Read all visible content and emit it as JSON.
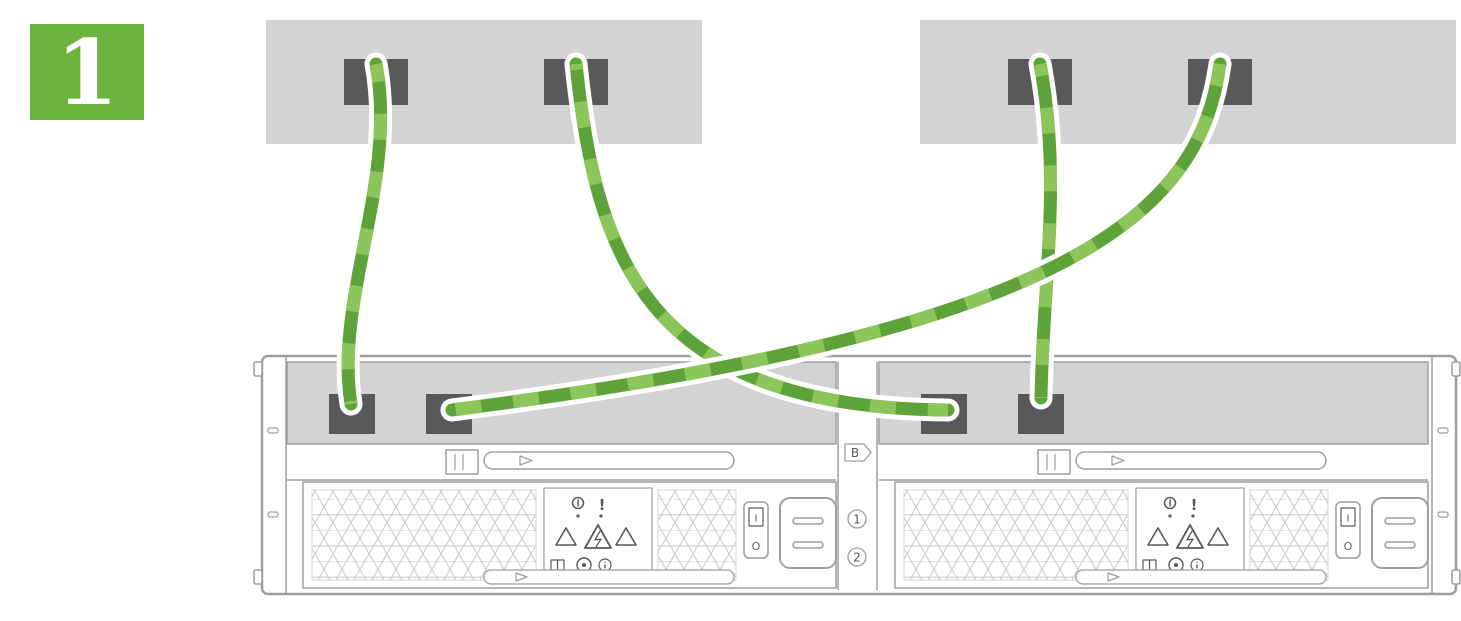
{
  "step": {
    "number": "1",
    "color": "#6cb33f"
  },
  "colors": {
    "cable": "#5da339",
    "cable_stripe": "#8cc65b",
    "cable_casing": "#ffffff",
    "host_box": "#d1d3d4",
    "port": "#58595b",
    "panel": "#d1d3d4",
    "outline": "#9c9ea1",
    "mesh": "#c6c8ca",
    "background": "#ffffff"
  },
  "hosts": [
    {
      "id": "host-1",
      "ports": [
        "port-1",
        "port-2"
      ]
    },
    {
      "id": "host-2",
      "ports": [
        "port-1",
        "port-2"
      ]
    }
  ],
  "enclosure": {
    "spine": {
      "controller_label": "B",
      "psu_labels": [
        "1",
        "2"
      ]
    },
    "controllers": [
      {
        "id": "controller-a",
        "ports": [
          "port-1",
          "port-2"
        ]
      },
      {
        "id": "controller-b",
        "ports": [
          "port-1",
          "port-2"
        ]
      }
    ],
    "psus": [
      {
        "id": "psu-1",
        "alert": "!",
        "switch_on": "I",
        "switch_off": "O"
      },
      {
        "id": "psu-2",
        "alert": "!",
        "switch_on": "I",
        "switch_off": "O"
      }
    ]
  },
  "connections": [
    {
      "from": "host-1.port-1",
      "to": "controller-a.port-1",
      "style": "green-striped-cable"
    },
    {
      "from": "host-1.port-2",
      "to": "controller-b.port-1",
      "style": "green-striped-cable"
    },
    {
      "from": "host-2.port-1",
      "to": "controller-b.port-2",
      "style": "green-striped-cable"
    },
    {
      "from": "host-2.port-2",
      "to": "controller-a.port-2",
      "style": "green-striped-cable"
    }
  ],
  "icons": {
    "release-arrow": "▷",
    "warning-triangle": "△",
    "lightning": "⚡",
    "power": "⏻",
    "alert": "!",
    "manual-book": "📖",
    "service": "◎",
    "info": "ℹ"
  }
}
